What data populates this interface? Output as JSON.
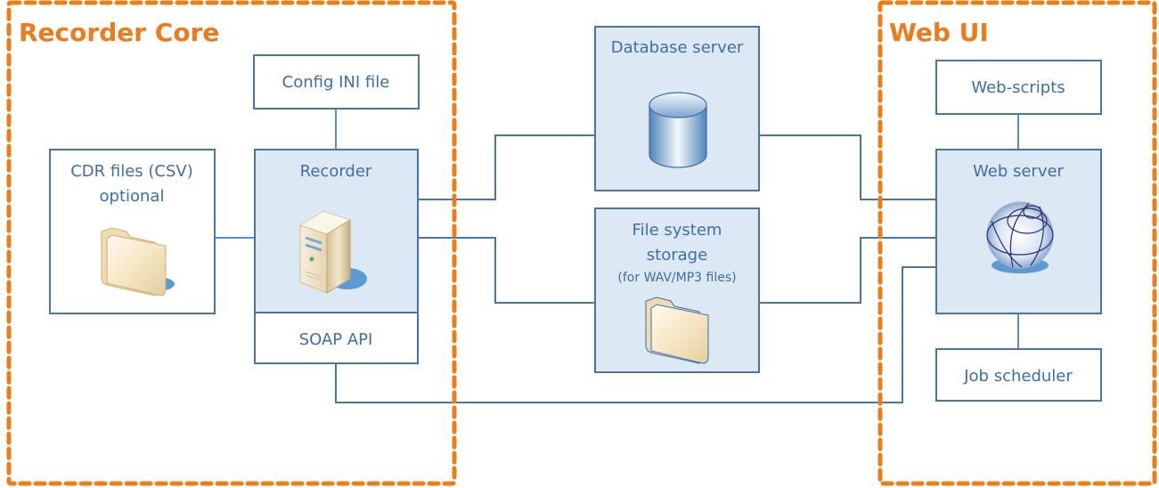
{
  "colors": {
    "group_border": "#ed7d17",
    "group_title": "#ed7a1b",
    "node_border": "#4a74a4",
    "node_fill_plain": "#ffffff",
    "node_fill_shaded": "#dde8f5",
    "node_text": "#3f6ea5",
    "connector": "#4a74a4",
    "icon_shadow": "#5b9bd5"
  },
  "groups": {
    "recorder_core": {
      "title": "Recorder Core"
    },
    "web_ui": {
      "title": "Web UI"
    }
  },
  "nodes": {
    "config_ini": {
      "label": "Config INI file"
    },
    "cdr_files": {
      "label_line1": "CDR files (CSV)",
      "label_line2": "optional",
      "icon": "folder-icon"
    },
    "recorder": {
      "label": "Recorder",
      "icon": "server-tower-icon"
    },
    "soap_api": {
      "label": "SOAP API"
    },
    "database_server": {
      "label": "Database server",
      "icon": "database-cylinder-icon"
    },
    "file_storage": {
      "label_line1": "File system",
      "label_line2": "storage",
      "label_line3": "(for WAV/MP3 files)",
      "icon": "folder-icon"
    },
    "web_scripts": {
      "label": "Web-scripts"
    },
    "web_server": {
      "label": "Web server",
      "icon": "globe-icon"
    },
    "job_scheduler": {
      "label": "Job scheduler"
    }
  },
  "connections": [
    {
      "from": "config_ini",
      "to": "recorder"
    },
    {
      "from": "cdr_files",
      "to": "recorder"
    },
    {
      "from": "recorder",
      "to": "database_server"
    },
    {
      "from": "recorder",
      "to": "file_storage"
    },
    {
      "from": "database_server",
      "to": "web_server"
    },
    {
      "from": "file_storage",
      "to": "web_server"
    },
    {
      "from": "soap_api",
      "to": "web_server"
    },
    {
      "from": "web_scripts",
      "to": "web_server"
    },
    {
      "from": "web_server",
      "to": "job_scheduler"
    }
  ]
}
